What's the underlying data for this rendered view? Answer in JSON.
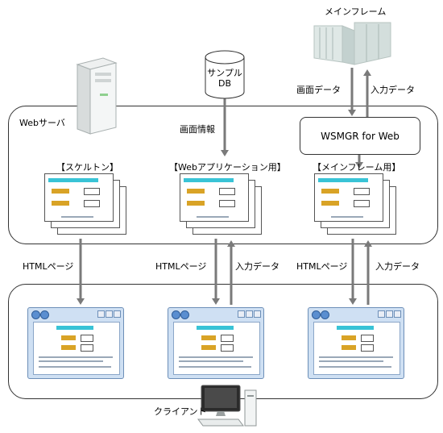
{
  "labels": {
    "mainframe": "メインフレーム",
    "sample_db": "サンプル\nDB",
    "screen_data": "画面データ",
    "input_data": "入力データ",
    "web_server": "Webサーバ",
    "screen_info": "画面情報",
    "wsmgr": "WSMGR for Web",
    "skeleton": "【スケルトン】",
    "webapp": "【Webアプリケーション用】",
    "mainframe_use": "【メインフレーム用】",
    "html_page": "HTMLページ",
    "client": "クライアント"
  },
  "colors": {
    "arrow": "#7a7a7a",
    "page_header": "#39c3d6",
    "field_label": "#d9a326",
    "window_frame": "#cfe0f3"
  },
  "icons": [
    "server-icon",
    "database-icon",
    "mainframe-icon",
    "page-stack-icon",
    "browser-window-icon",
    "pc-icon"
  ]
}
